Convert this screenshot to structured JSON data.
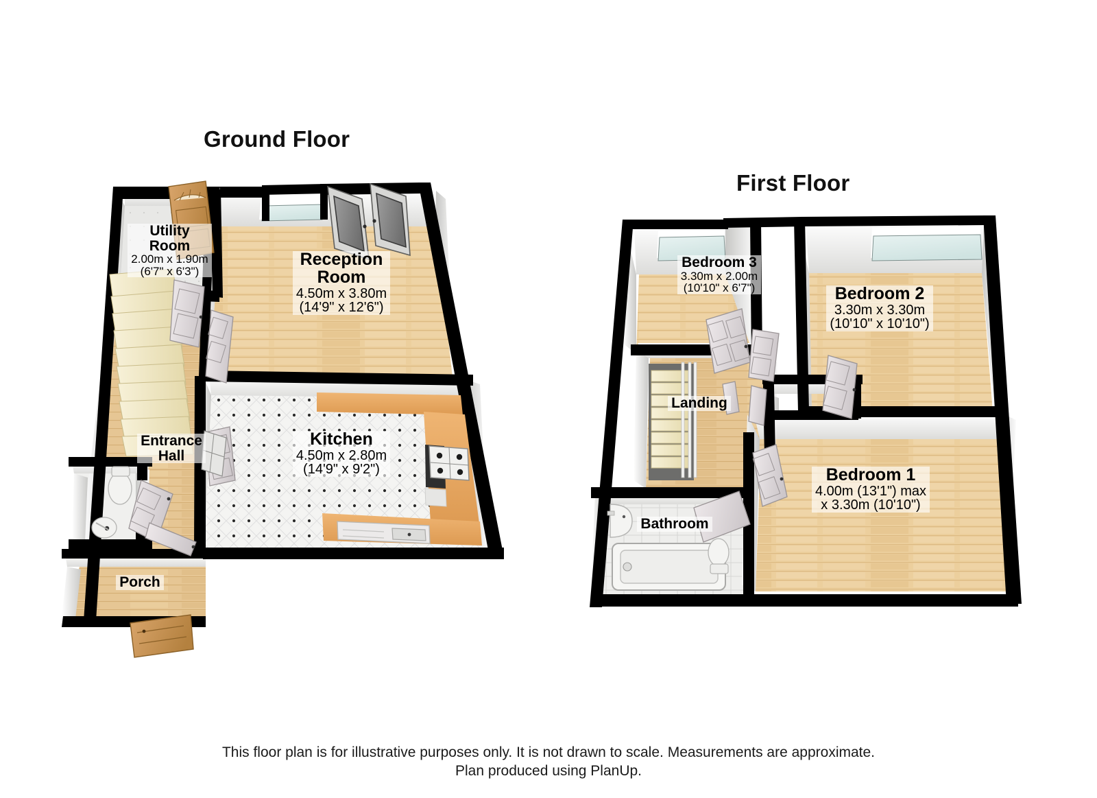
{
  "document": {
    "type": "floor-plan",
    "background_color": "#ffffff"
  },
  "floors": [
    {
      "id": "ground",
      "title": "Ground Floor",
      "rooms": [
        {
          "name_line1": "Utility",
          "name_line2": "Room",
          "dim_metric": "2.00m x 1.90m",
          "dim_imperial": "(6'7\" x 6'3\")",
          "floor_type": "tile",
          "floor_color": "#e9e9e7"
        },
        {
          "name_line1": "Reception",
          "name_line2": "Room",
          "dim_metric": "4.50m x 3.80m",
          "dim_imperial": "(14'9\" x 12'6\")",
          "floor_type": "wood",
          "floor_color": "#eccf9d"
        },
        {
          "name_line1": "Kitchen",
          "name_line2": "",
          "dim_metric": "4.50m x 2.80m",
          "dim_imperial": "(14'9\" x 9'2\")",
          "floor_type": "tile-dot",
          "floor_color": "#f3f3f1"
        },
        {
          "name_line1": "Entrance",
          "name_line2": "Hall",
          "dim_metric": "",
          "dim_imperial": "",
          "floor_type": "wood",
          "floor_color": "#e4c495"
        },
        {
          "name_line1": "Porch",
          "name_line2": "",
          "dim_metric": "",
          "dim_imperial": "",
          "floor_type": "wood",
          "floor_color": "#e4c495"
        }
      ]
    },
    {
      "id": "first",
      "title": "First Floor",
      "rooms": [
        {
          "name_line1": "Bedroom 3",
          "name_line2": "",
          "dim_metric": "3.30m x 2.00m",
          "dim_imperial": "(10'10\" x 6'7\")",
          "floor_type": "wood",
          "floor_color": "#eccf9d"
        },
        {
          "name_line1": "Bedroom 2",
          "name_line2": "",
          "dim_metric": "3.30m x 3.30m",
          "dim_imperial": "(10'10\" x 10'10\")",
          "floor_type": "wood",
          "floor_color": "#eccf9d"
        },
        {
          "name_line1": "Bedroom 1",
          "name_line2": "",
          "dim_metric": "4.00m (13'1\") max",
          "dim_imperial": "x 3.30m (10'10\")",
          "floor_type": "wood",
          "floor_color": "#eccf9d"
        },
        {
          "name_line1": "Landing",
          "name_line2": "",
          "dim_metric": "",
          "dim_imperial": "",
          "floor_type": "wood",
          "floor_color": "#e4c495"
        },
        {
          "name_line1": "Bathroom",
          "name_line2": "",
          "dim_metric": "",
          "dim_imperial": "",
          "floor_type": "tile",
          "floor_color": "#ececea"
        }
      ]
    }
  ],
  "labels": {
    "ground": {
      "utility": {
        "name1": "Utility",
        "name2": "Room",
        "dim1": "2.00m x 1.90m",
        "dim2": "(6'7\" x 6'3\")"
      },
      "reception": {
        "name1": "Reception",
        "name2": "Room",
        "dim1": "4.50m x 3.80m",
        "dim2": "(14'9\" x 12'6\")"
      },
      "kitchen": {
        "name1": "Kitchen",
        "name2": "",
        "dim1": "4.50m x 2.80m",
        "dim2": "(14'9\" x 9'2\")"
      },
      "hall": {
        "name1": "Entrance",
        "name2": "Hall",
        "dim1": "",
        "dim2": ""
      },
      "porch": {
        "name1": "Porch",
        "name2": "",
        "dim1": "",
        "dim2": ""
      }
    },
    "first": {
      "bed3": {
        "name1": "Bedroom 3",
        "name2": "",
        "dim1": "3.30m x 2.00m",
        "dim2": "(10'10\" x 6'7\")"
      },
      "bed2": {
        "name1": "Bedroom 2",
        "name2": "",
        "dim1": "3.30m x 3.30m",
        "dim2": "(10'10\" x 10'10\")"
      },
      "bed1": {
        "name1": "Bedroom 1",
        "name2": "",
        "dim1": "4.00m (13'1\") max",
        "dim2": "x 3.30m (10'10\")"
      },
      "landing": {
        "name1": "Landing",
        "name2": "",
        "dim1": "",
        "dim2": ""
      },
      "bathroom": {
        "name1": "Bathroom",
        "name2": "",
        "dim1": "",
        "dim2": ""
      }
    }
  },
  "footer": {
    "line1": "This floor plan is for illustrative purposes only. It is not drawn to scale. Measurements are approximate.",
    "line2": "Plan produced using PlanUp."
  },
  "colors": {
    "wall_outline": "#000000",
    "wall_face": "#f2f2f0",
    "wall_face_shade": "#d8d8d6",
    "floor_wood": "#eccf9d",
    "floor_wood_dark": "#d9b67e",
    "floor_tile": "#f0f0ee",
    "window_glass": "#dbeceb",
    "stair_tread": "#f2ead0",
    "counter_top": "#e8a860",
    "door_wood": "#c8935a",
    "door_panel": "#ded9da",
    "text": "#000000"
  },
  "icons": {
    "front_door": "door-icon",
    "patio_door": "french-door-icon",
    "window": "window-icon",
    "stairs": "stairs-icon",
    "toilet": "toilet-icon",
    "basin": "washbasin-icon",
    "bath": "bathtub-icon",
    "sink": "kitchen-sink-icon",
    "hob": "cooker-hob-icon",
    "radiator": "radiator-icon"
  }
}
